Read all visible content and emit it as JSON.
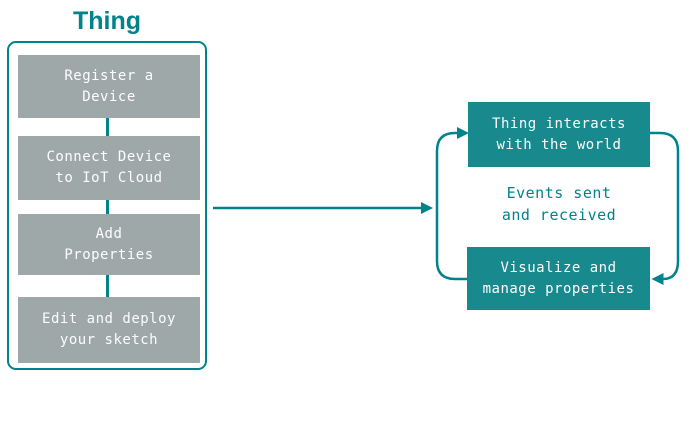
{
  "colors": {
    "teal": "#00838a",
    "teal_fill": "#18898d",
    "gray_box": "#9EA8A8",
    "box_text": "#fdfdfd",
    "background": "#ffffff"
  },
  "left_panel": {
    "title": "Thing",
    "steps": [
      {
        "line1": "Register a",
        "line2": "Device"
      },
      {
        "line1": "Connect Device",
        "line2": "to IoT Cloud"
      },
      {
        "line1": "Add",
        "line2": "Properties"
      },
      {
        "line1": "Edit and deploy",
        "line2": "your sketch"
      }
    ]
  },
  "cycle": {
    "top_box": {
      "line1": "Thing interacts",
      "line2": "with the world"
    },
    "middle_label": {
      "line1": "Events sent",
      "line2": "and received"
    },
    "bottom_box": {
      "line1": "Visualize and",
      "line2": "manage properties"
    }
  }
}
